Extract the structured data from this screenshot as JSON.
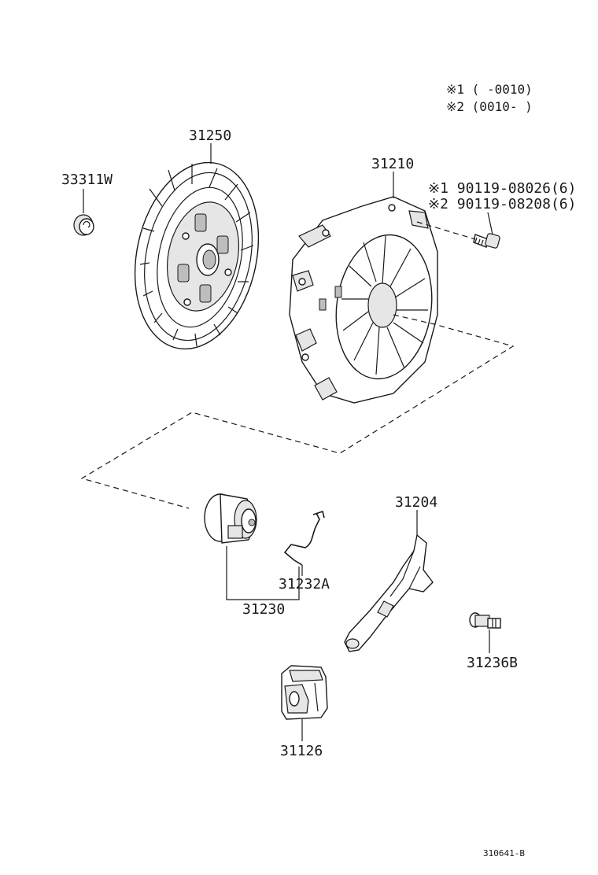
{
  "notes": {
    "note1": "※1 (      -0010)",
    "note2": "※2 (0010-      )"
  },
  "parts": {
    "p33311w": "33311W",
    "p31250": "31250",
    "p31210": "31210",
    "p31204": "31204",
    "p31232a": "31232A",
    "p31230": "31230",
    "p31236b": "31236B",
    "p31126": "31126"
  },
  "bolts": {
    "bolt1": "※1 90119-08026(6)",
    "bolt2": "※2 90119-08208(6)"
  },
  "diagram_id": "310641-B"
}
